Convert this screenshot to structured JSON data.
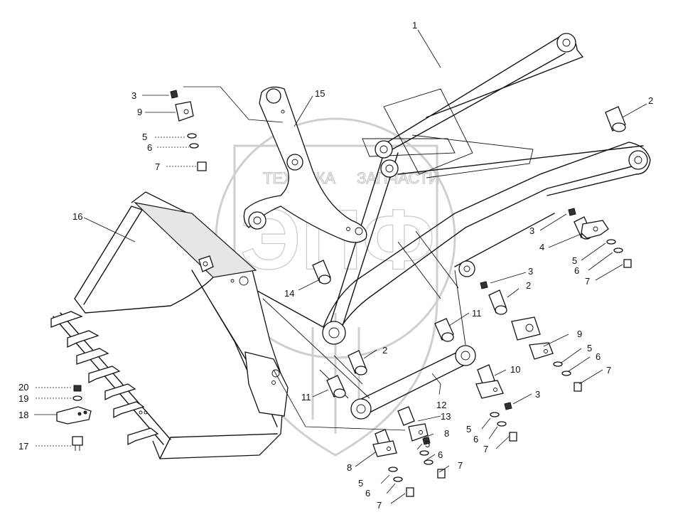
{
  "watermark": {
    "top_line_left": "ТЕХНИКА",
    "top_line_right": "ЗАПЧАСТИ",
    "logo": "ЭПФ"
  },
  "callouts": [
    {
      "id": "c1",
      "label": "1"
    },
    {
      "id": "c2a",
      "label": "2"
    },
    {
      "id": "c2b",
      "label": "2"
    },
    {
      "id": "c2c",
      "label": "2"
    },
    {
      "id": "c3a",
      "label": "3"
    },
    {
      "id": "c3b",
      "label": "3"
    },
    {
      "id": "c3c",
      "label": "3"
    },
    {
      "id": "c3d",
      "label": "3"
    },
    {
      "id": "c4",
      "label": "4"
    },
    {
      "id": "c5a",
      "label": "5"
    },
    {
      "id": "c5b",
      "label": "5"
    },
    {
      "id": "c5c",
      "label": "5"
    },
    {
      "id": "c5d",
      "label": "5"
    },
    {
      "id": "c5e",
      "label": "5"
    },
    {
      "id": "c5f",
      "label": "5"
    },
    {
      "id": "c6a",
      "label": "6"
    },
    {
      "id": "c6b",
      "label": "6"
    },
    {
      "id": "c6c",
      "label": "6"
    },
    {
      "id": "c6d",
      "label": "6"
    },
    {
      "id": "c6e",
      "label": "6"
    },
    {
      "id": "c6f",
      "label": "6"
    },
    {
      "id": "c7a",
      "label": "7"
    },
    {
      "id": "c7b",
      "label": "7"
    },
    {
      "id": "c7c",
      "label": "7"
    },
    {
      "id": "c7d",
      "label": "7"
    },
    {
      "id": "c7e",
      "label": "7"
    },
    {
      "id": "c7f",
      "label": "7"
    },
    {
      "id": "c8a",
      "label": "8"
    },
    {
      "id": "c8b",
      "label": "8"
    },
    {
      "id": "c9a",
      "label": "9"
    },
    {
      "id": "c9b",
      "label": "9"
    },
    {
      "id": "c10",
      "label": "10"
    },
    {
      "id": "c11a",
      "label": "11"
    },
    {
      "id": "c11b",
      "label": "11"
    },
    {
      "id": "c12",
      "label": "12"
    },
    {
      "id": "c13",
      "label": "13"
    },
    {
      "id": "c14",
      "label": "14"
    },
    {
      "id": "c15",
      "label": "15"
    },
    {
      "id": "c16",
      "label": "16"
    },
    {
      "id": "c17",
      "label": "17"
    },
    {
      "id": "c18",
      "label": "18"
    },
    {
      "id": "c19",
      "label": "19"
    },
    {
      "id": "c20",
      "label": "20"
    }
  ]
}
